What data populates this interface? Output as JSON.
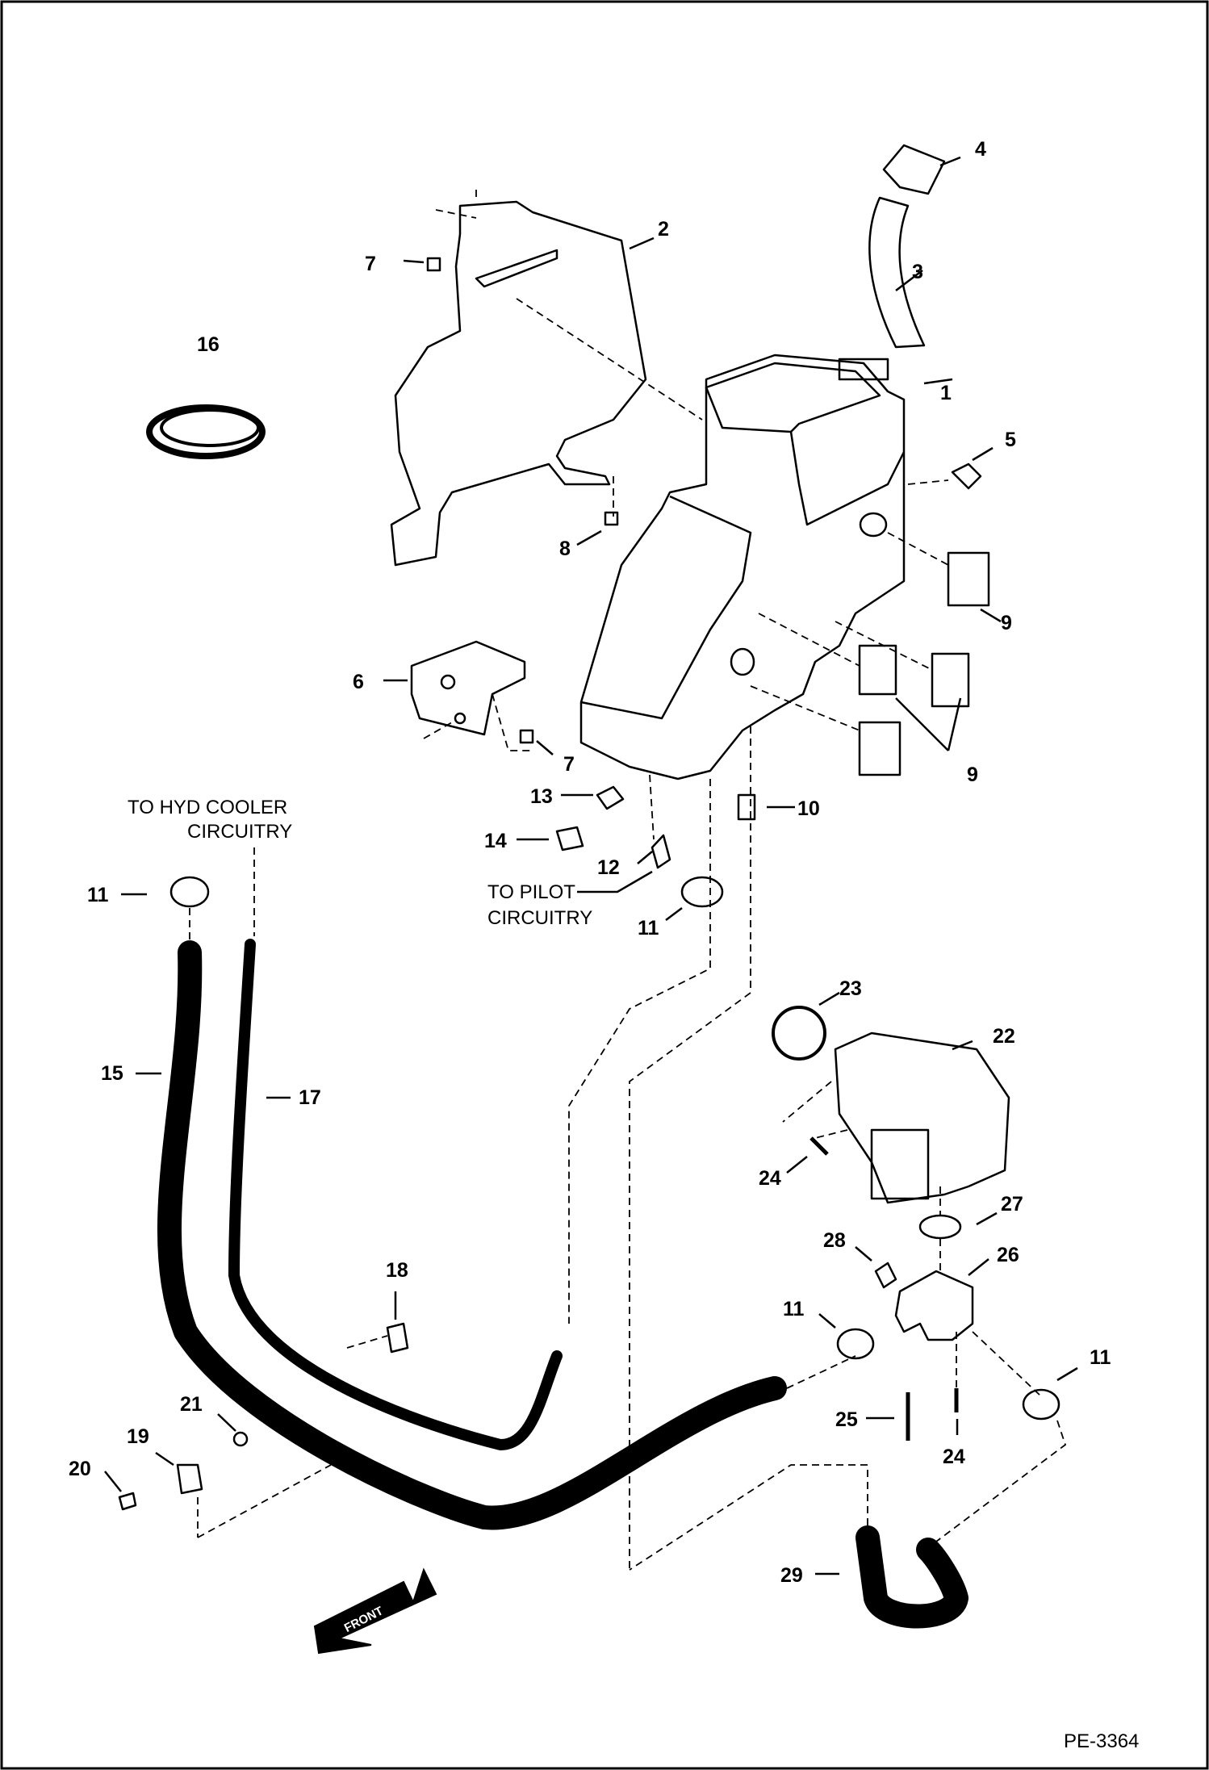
{
  "callouts": {
    "c1": "1",
    "c2": "2",
    "c3": "3",
    "c4": "4",
    "c5": "5",
    "c6": "6",
    "c7a": "7",
    "c7b": "7",
    "c8": "8",
    "c9a": "9",
    "c9b": "9",
    "c10": "10",
    "c11a": "11",
    "c11b": "11",
    "c11c": "11",
    "c11d": "11",
    "c12": "12",
    "c13": "13",
    "c14": "14",
    "c15": "15",
    "c16": "16",
    "c17": "17",
    "c18": "18",
    "c19": "19",
    "c20": "20",
    "c21": "21",
    "c22": "22",
    "c23": "23",
    "c24a": "24",
    "c24b": "24",
    "c25": "25",
    "c26": "26",
    "c27": "27",
    "c28": "28",
    "c29": "29"
  },
  "notes": {
    "hyd_line1": "TO HYD COOLER",
    "hyd_line2": "CIRCUITRY",
    "pilot_line1": "TO PILOT",
    "pilot_line2": "CIRCUITRY",
    "front": "FRONT"
  },
  "figure_ref": "PE-3364",
  "colors": {
    "line": "#000000",
    "paper": "#ffffff",
    "label_fill": "#ffffff"
  }
}
